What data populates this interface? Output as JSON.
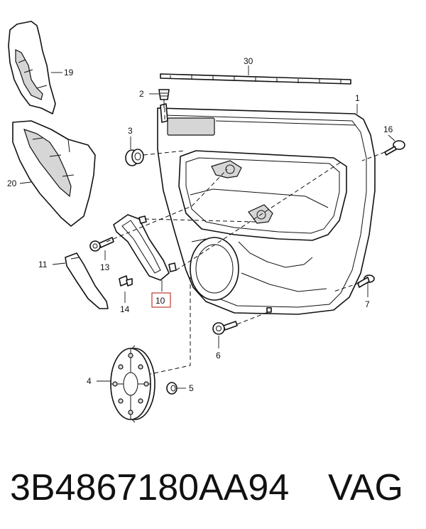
{
  "diagram": {
    "callouts": [
      {
        "id": "c1",
        "label": "1"
      },
      {
        "id": "c2",
        "label": "2"
      },
      {
        "id": "c3",
        "label": "3"
      },
      {
        "id": "c4",
        "label": "4"
      },
      {
        "id": "c5",
        "label": "5"
      },
      {
        "id": "c6",
        "label": "6"
      },
      {
        "id": "c7",
        "label": "7"
      },
      {
        "id": "c10",
        "label": "10",
        "highlighted": true
      },
      {
        "id": "c11",
        "label": "11"
      },
      {
        "id": "c13",
        "label": "13"
      },
      {
        "id": "c14",
        "label": "14"
      },
      {
        "id": "c16",
        "label": "16"
      },
      {
        "id": "c19",
        "label": "19"
      },
      {
        "id": "c20",
        "label": "20"
      },
      {
        "id": "c30",
        "label": "30"
      }
    ],
    "highlight_color": "#c0392b"
  },
  "footer": {
    "part_number": "3B4867180AA94",
    "brand": "VAG"
  }
}
